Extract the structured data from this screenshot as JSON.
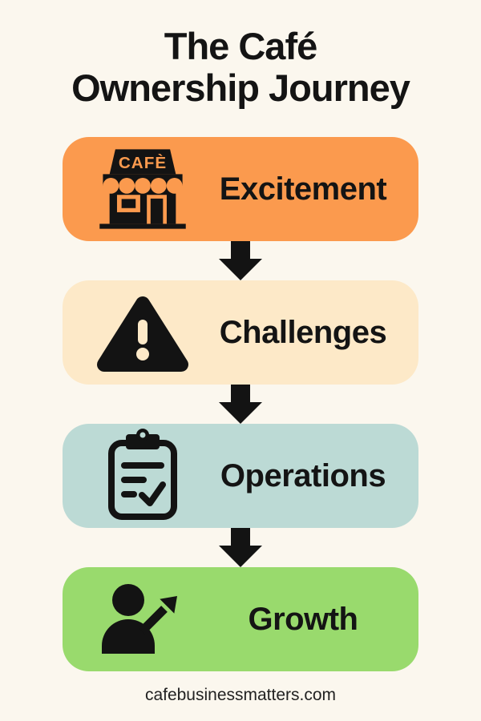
{
  "page": {
    "background": "#FBF7EE",
    "text_color": "#141414",
    "icon_color": "#131313",
    "footer": "cafebusinessmatters.com"
  },
  "title": {
    "line1": "The Café",
    "line2": "Ownership Journey"
  },
  "connector": {
    "color": "#131313",
    "direction": "down"
  },
  "steps": [
    {
      "label": "Excitement",
      "color": "#FB9A4E",
      "icon": "cafe-storefront-icon",
      "sign_text": "CAFÈ"
    },
    {
      "label": "Challenges",
      "color": "#FDE9C8",
      "icon": "warning-triangle-icon"
    },
    {
      "label": "Operations",
      "color": "#BCDAD5",
      "icon": "clipboard-checklist-icon"
    },
    {
      "label": "Growth",
      "color": "#99DA6D",
      "icon": "person-growth-icon"
    }
  ]
}
